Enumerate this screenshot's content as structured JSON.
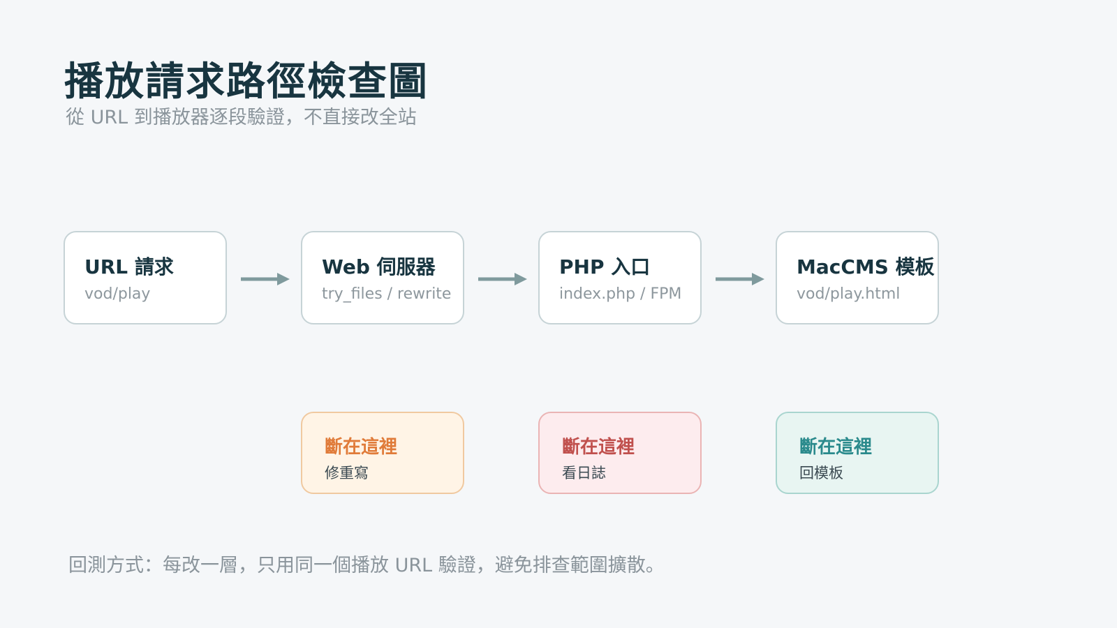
{
  "title": "播放請求路徑檢查圖",
  "subtitle": "從 URL 到播放器逐段驗證，不直接改全站",
  "stages": [
    {
      "name": "URL 請求",
      "detail": "vod/play"
    },
    {
      "name": "Web 伺服器",
      "detail": "try_files / rewrite"
    },
    {
      "name": "PHP 入口",
      "detail": "index.php / FPM"
    },
    {
      "name": "MacCMS 模板",
      "detail": "vod/play.html"
    }
  ],
  "notes": [
    {
      "title": "斷在這裡",
      "text": "修重寫",
      "color": "#e07b39",
      "border": "#f0c9a0",
      "bg": "#fff4e6"
    },
    {
      "title": "斷在這裡",
      "text": "看日誌",
      "color": "#c0504d",
      "border": "#eab4b4",
      "bg": "#fdecee"
    },
    {
      "title": "斷在這裡",
      "text": "回模板",
      "color": "#2a8a8c",
      "border": "#a9d5cf",
      "bg": "#e8f5f2"
    }
  ],
  "colors": {
    "arrow": "#7f9a9d",
    "stage_border": "#c6d3d6",
    "background": "#f5f7f9"
  },
  "footer": "回測方式：每改一層，只用同一個播放 URL 驗證，避免排查範圍擴散。"
}
